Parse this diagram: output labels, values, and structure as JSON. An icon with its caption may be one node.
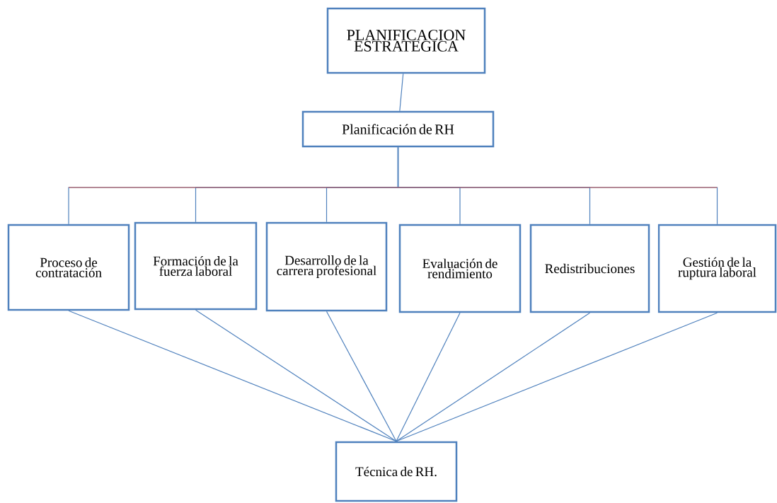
{
  "diagram": {
    "nodes": [
      {
        "text": [
          "PLANIFICACION ESTRATEGICA"
        ]
      },
      {
        "text": [
          "Planificación de RH"
        ]
      },
      {
        "text": [
          "Proceso de contratación"
        ]
      },
      {
        "text": [
          "Formación de la fuerza laboral"
        ]
      },
      {
        "text": [
          "Desarrollo de la carrera profesional"
        ]
      },
      {
        "text": [
          "Evaluación de rendimiento"
        ]
      },
      {
        "text": [
          "Redistribuciones"
        ]
      },
      {
        "text": [
          "Gestión de la ruptura laboral"
        ]
      },
      {
        "text": [
          "Técnica de RH."
        ]
      }
    ],
    "edges": [
      {
        "from": 0,
        "to": 1,
        "arrow": "none"
      },
      {
        "from": 1,
        "to": 2,
        "arrow": "none"
      },
      {
        "from": 1,
        "to": 3,
        "arrow": "none"
      },
      {
        "from": 1,
        "to": 4,
        "arrow": "none"
      },
      {
        "from": 1,
        "to": 5,
        "arrow": "none"
      },
      {
        "from": 1,
        "to": 6,
        "arrow": "none"
      },
      {
        "from": 1,
        "to": 7,
        "arrow": "none"
      },
      {
        "from": 2,
        "to": 8,
        "arrow": "none"
      },
      {
        "from": 3,
        "to": 8,
        "arrow": "none"
      },
      {
        "from": 4,
        "to": 8,
        "arrow": "none"
      },
      {
        "from": 5,
        "to": 8,
        "arrow": "none"
      },
      {
        "from": 6,
        "to": 8,
        "arrow": "none"
      },
      {
        "from": 7,
        "to": 8,
        "arrow": "none"
      }
    ]
  }
}
